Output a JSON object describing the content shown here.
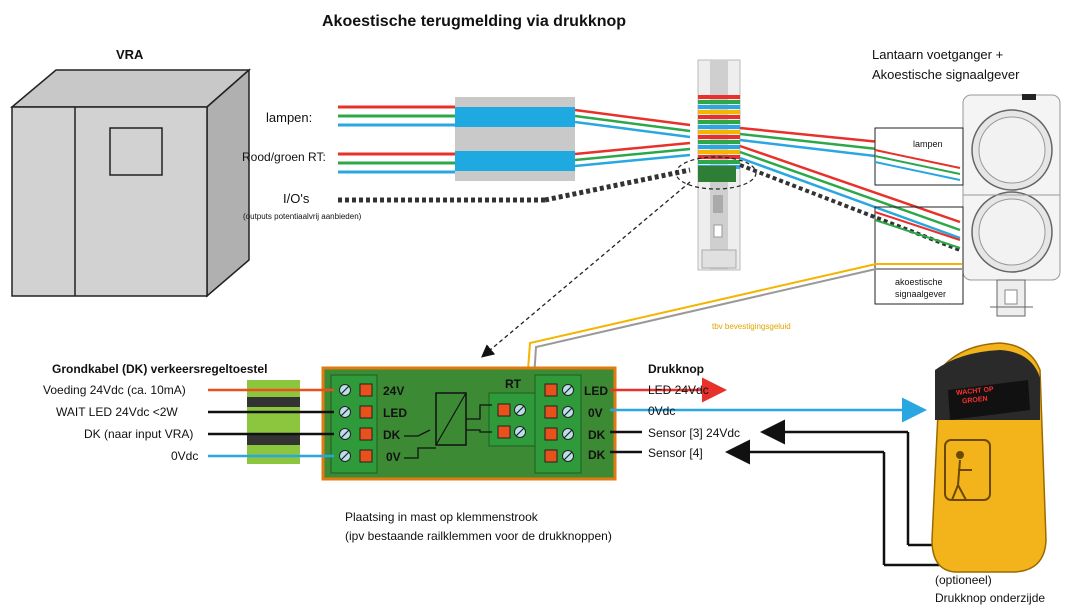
{
  "title": "Akoestische terugmelding via drukknop",
  "vra": {
    "label": "VRA"
  },
  "lantaarn": {
    "line1": "Lantaarn voetganger  +",
    "line2": "Akoestische signaalgever",
    "lampen_box": "lampen",
    "signaal_line1": "akoestische",
    "signaal_line2": "signaalgever"
  },
  "wires_top": {
    "lampen": "lampen:",
    "rood_groen": "Rood/groen RT:",
    "ios": "I/O's",
    "ios_note": "(outputs potentiaalvrij aanbieden)"
  },
  "tbv": "tbv bevestigingsgeluid",
  "grondkabel": {
    "title": "Grondkabel (DK) verkeersregeltoestel",
    "rows": [
      "Voeding 24Vdc (ca. 10mA)",
      "WAIT LED  24Vdc <2W",
      "DK (naar input VRA)",
      "0Vdc"
    ]
  },
  "module": {
    "left_terminals": [
      "24V",
      "LED",
      "DK",
      "0V"
    ],
    "relay_label": "RT",
    "right_terminals": [
      "LED",
      "0V",
      "DK",
      "DK"
    ]
  },
  "drukknop": {
    "title": "Drukknop",
    "rows": [
      "LED 24Vdc",
      "0Vdc",
      "Sensor [3] 24Vdc",
      "Sensor [4]"
    ],
    "wait_text_1": "WACHT OP",
    "wait_text_2": "GROEN",
    "caption_1": "(optioneel)",
    "caption_2": "Drukknop onderzijde"
  },
  "plaatsing": {
    "line1": "Plaatsing in mast op klemmenstrook",
    "line2": "(ipv bestaande railklemmen voor de drukknoppen)"
  },
  "colors": {
    "red": "#e8312a",
    "green": "#2ca84a",
    "blue": "#2aa7e0",
    "yellow": "#f4b400",
    "board": "#3d8a35",
    "board_border": "#e07b10",
    "terminal": "#e8501c",
    "ferrite": "#8cc63f"
  }
}
